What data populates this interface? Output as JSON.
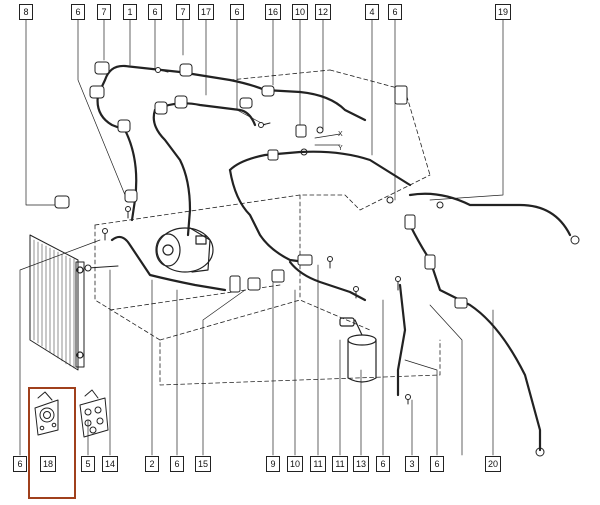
{
  "diagram": {
    "highlight_color": "#a0401c",
    "line_color": "#222222",
    "top_labels": [
      "8",
      "6",
      "7",
      "1",
      "6",
      "7",
      "17",
      "6",
      "16",
      "10",
      "12",
      "4",
      "6",
      "19"
    ],
    "bottom_labels": [
      "6",
      "18",
      "5",
      "14",
      "2",
      "6",
      "15",
      "9",
      "10",
      "11",
      "11",
      "13",
      "6",
      "3",
      "6",
      "20"
    ],
    "highlighted_label": "18",
    "detail_marks": [
      "X",
      "Y"
    ]
  }
}
